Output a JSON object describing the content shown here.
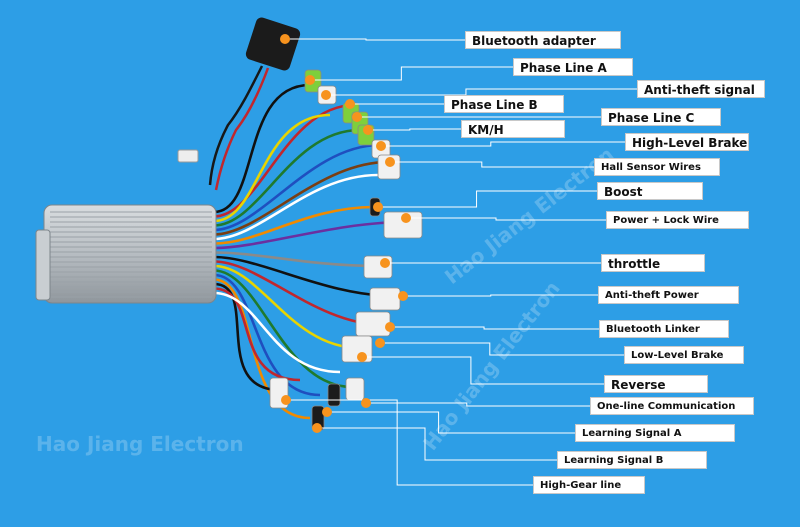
{
  "colors": {
    "background": "#2d9ee6",
    "marker": "#f7931e",
    "leader_line": "#ffffff"
  },
  "watermark": "Hao Jiang Electron",
  "labels": [
    {
      "id": "bluetooth-adapter",
      "text": "Bluetooth adapter"
    },
    {
      "id": "phase-line-a",
      "text": "Phase Line A"
    },
    {
      "id": "anti-theft-signal",
      "text": "Anti-theft signal"
    },
    {
      "id": "phase-line-b",
      "text": "Phase Line B"
    },
    {
      "id": "phase-line-c",
      "text": "Phase Line C"
    },
    {
      "id": "km-h",
      "text": "KM/H"
    },
    {
      "id": "high-level-brake",
      "text": "High-Level Brake"
    },
    {
      "id": "hall-sensor-wires",
      "text": "Hall Sensor Wires"
    },
    {
      "id": "boost",
      "text": "Boost"
    },
    {
      "id": "power-lock-wire",
      "text": "Power + Lock Wire"
    },
    {
      "id": "throttle",
      "text": "throttle"
    },
    {
      "id": "anti-theft-power",
      "text": "Anti-theft Power"
    },
    {
      "id": "bluetooth-linker",
      "text": "Bluetooth Linker"
    },
    {
      "id": "low-level-brake",
      "text": "Low-Level Brake"
    },
    {
      "id": "reverse",
      "text": "Reverse"
    },
    {
      "id": "one-line-communication",
      "text": "One-line Communication"
    },
    {
      "id": "learning-signal-a",
      "text": "Learning Signal A"
    },
    {
      "id": "learning-signal-b",
      "text": "Learning Signal B"
    },
    {
      "id": "high-gear-line",
      "text": "High-Gear line"
    }
  ]
}
